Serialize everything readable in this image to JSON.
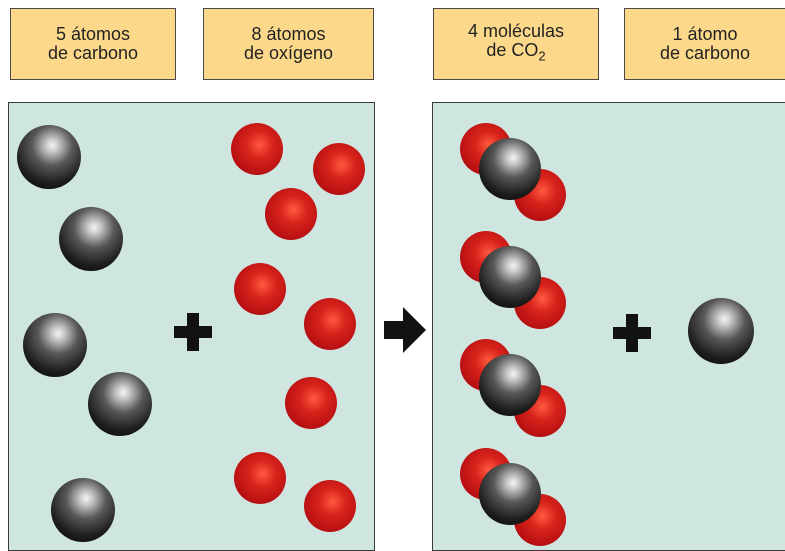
{
  "labels": {
    "carbon_atoms": {
      "line1": "5 átomos",
      "line2": "de carbono"
    },
    "oxygen_atoms": {
      "line1": "8 átomos",
      "line2": "de oxígeno"
    },
    "co2_molecules": {
      "line1": "4 moléculas",
      "line2_prefix": "de CO",
      "line2_sub": "2"
    },
    "leftover_carbon": {
      "line1": "1 átomo",
      "line2": "de carbono"
    }
  },
  "symbols": {
    "plus": "+",
    "arrow": "➡"
  },
  "counts": {
    "reactant_carbon": 5,
    "reactant_oxygen": 8,
    "product_co2": 4,
    "product_carbon": 1
  },
  "colors": {
    "label_fill": "#fcd98a",
    "panel_fill": "#cfe6e0",
    "carbon": "#333333",
    "oxygen": "#c0141a"
  }
}
